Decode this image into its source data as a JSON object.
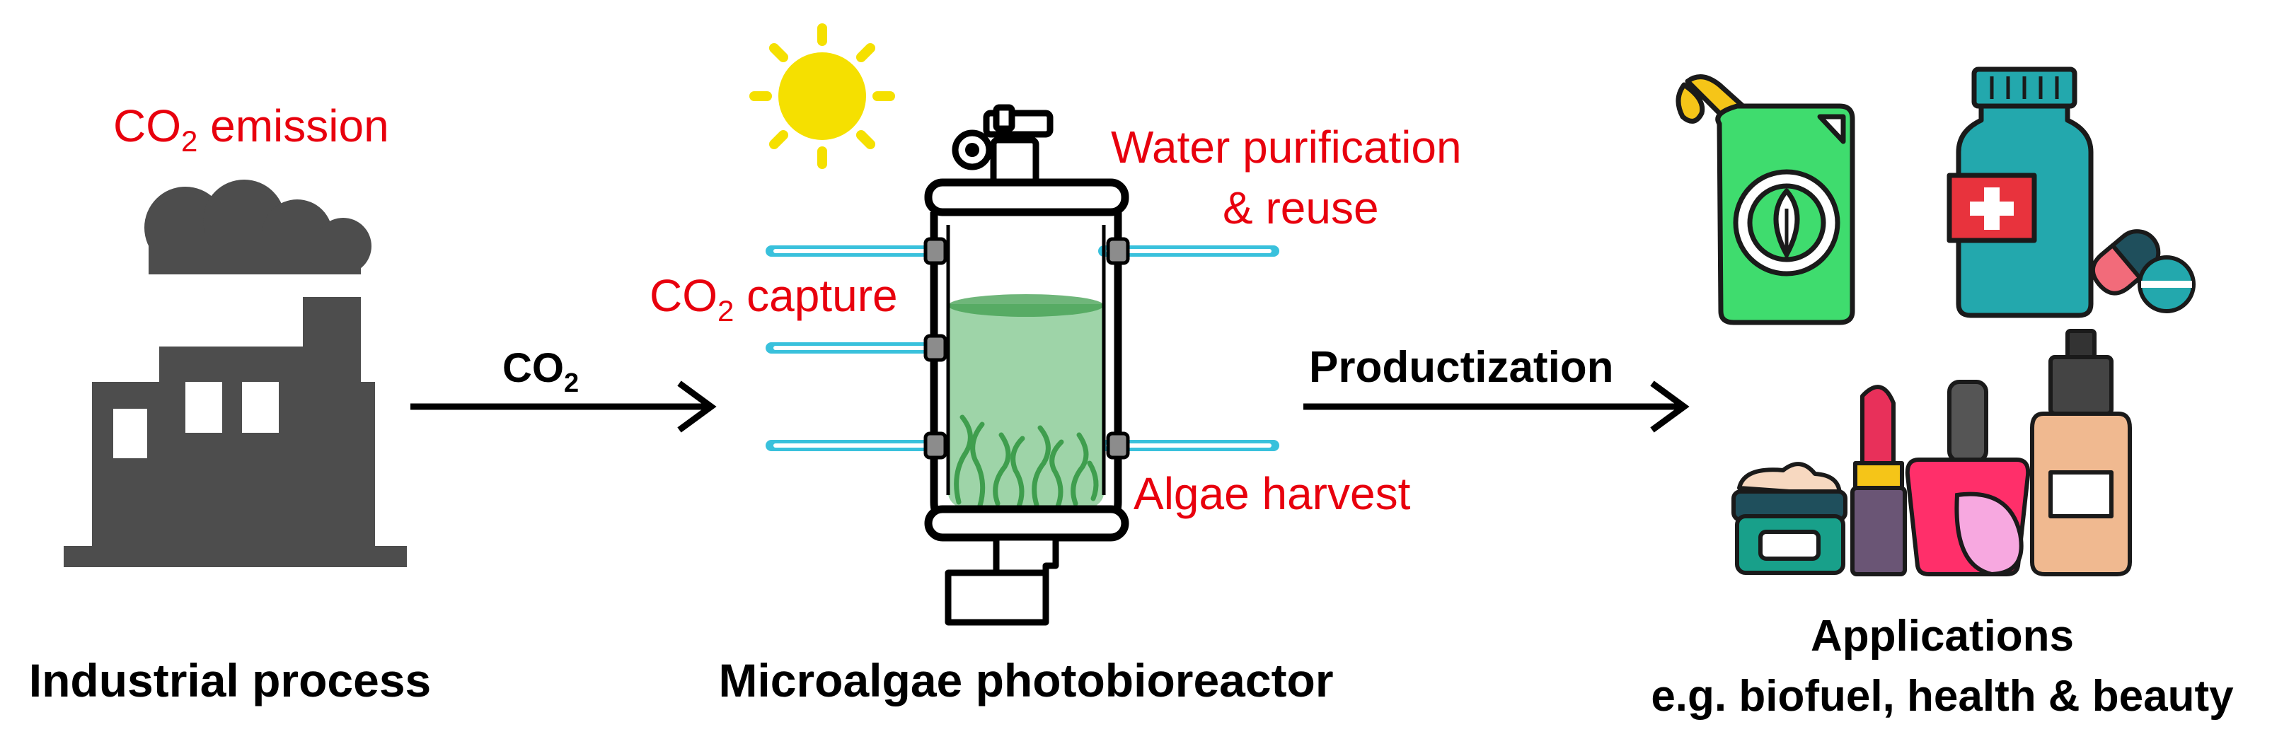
{
  "labels": {
    "co2_emission_prefix": "CO",
    "co2_emission_sub": "2",
    "co2_emission_suffix": " emission",
    "industrial_process": "Industrial process",
    "arrow_co2_prefix": "CO",
    "arrow_co2_sub": "2",
    "co2_capture_prefix": "CO",
    "co2_capture_sub": "2",
    "co2_capture_suffix": " capture",
    "water_line1": "Water purification",
    "water_line2": "& reuse",
    "algae_harvest": "Algae harvest",
    "photobioreactor": "Microalgae photobioreactor",
    "productization": "Productization",
    "applications_line1": "Applications",
    "applications_line2": "e.g. biofuel, health & beauty"
  },
  "colors": {
    "red_text": "#e8000d",
    "factory": "#4d4d4d",
    "sun": "#f5e000",
    "pipe": "#39c1dc",
    "algae_liquid": "#9ed4a8",
    "algae_strands": "#3f9e4e",
    "fuel_can": "#3fdc6e",
    "medicine_bottle": "#23a8ad",
    "lipstick": "#e8305a",
    "nail_polish": "#ff2f6a",
    "cosmetic_bottle": "#f0b990"
  },
  "icons": [
    "factory-icon",
    "sun-icon",
    "photobioreactor-icon",
    "fuel-can-icon",
    "medicine-bottle-icon",
    "pill-icon",
    "cream-jar-icon",
    "lipstick-icon",
    "nail-polish-icon",
    "foundation-bottle-icon"
  ]
}
